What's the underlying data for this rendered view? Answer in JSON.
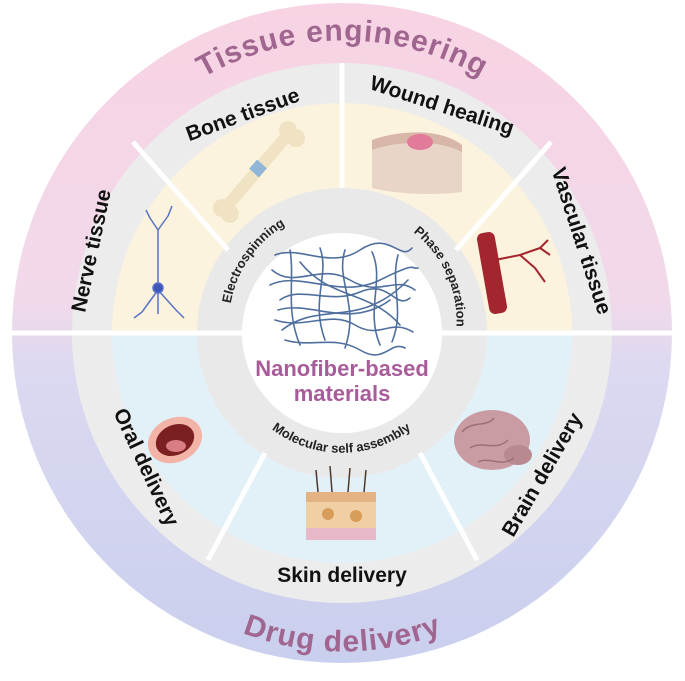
{
  "title": "Nanofiber-based materials",
  "center": {
    "line1": "Nanofiber-based",
    "line2": "materials"
  },
  "outer": {
    "top": "Tissue engineering",
    "bottom": "Drug delivery"
  },
  "methods": {
    "left": "Electrospinning",
    "right": "Phase separation",
    "bottom": "Molecular self assembly"
  },
  "segments": {
    "nerve": "Nerve tissue",
    "bone": "Bone tissue",
    "wound": "Wound healing",
    "vascular": "Vascular tissue",
    "oral": "Oral delivery",
    "skin": "Skin delivery",
    "brain": "Brain delivery"
  },
  "colors": {
    "outer_top": "#f5d3e2",
    "outer_bottom": "#cfd2ee",
    "segment_grey": "#ececec",
    "inner_top": "#fbf3dd",
    "inner_bottom": "#e2f0f8",
    "title_purple": "#a06690",
    "fiber_blue": "#4f6f9e"
  }
}
